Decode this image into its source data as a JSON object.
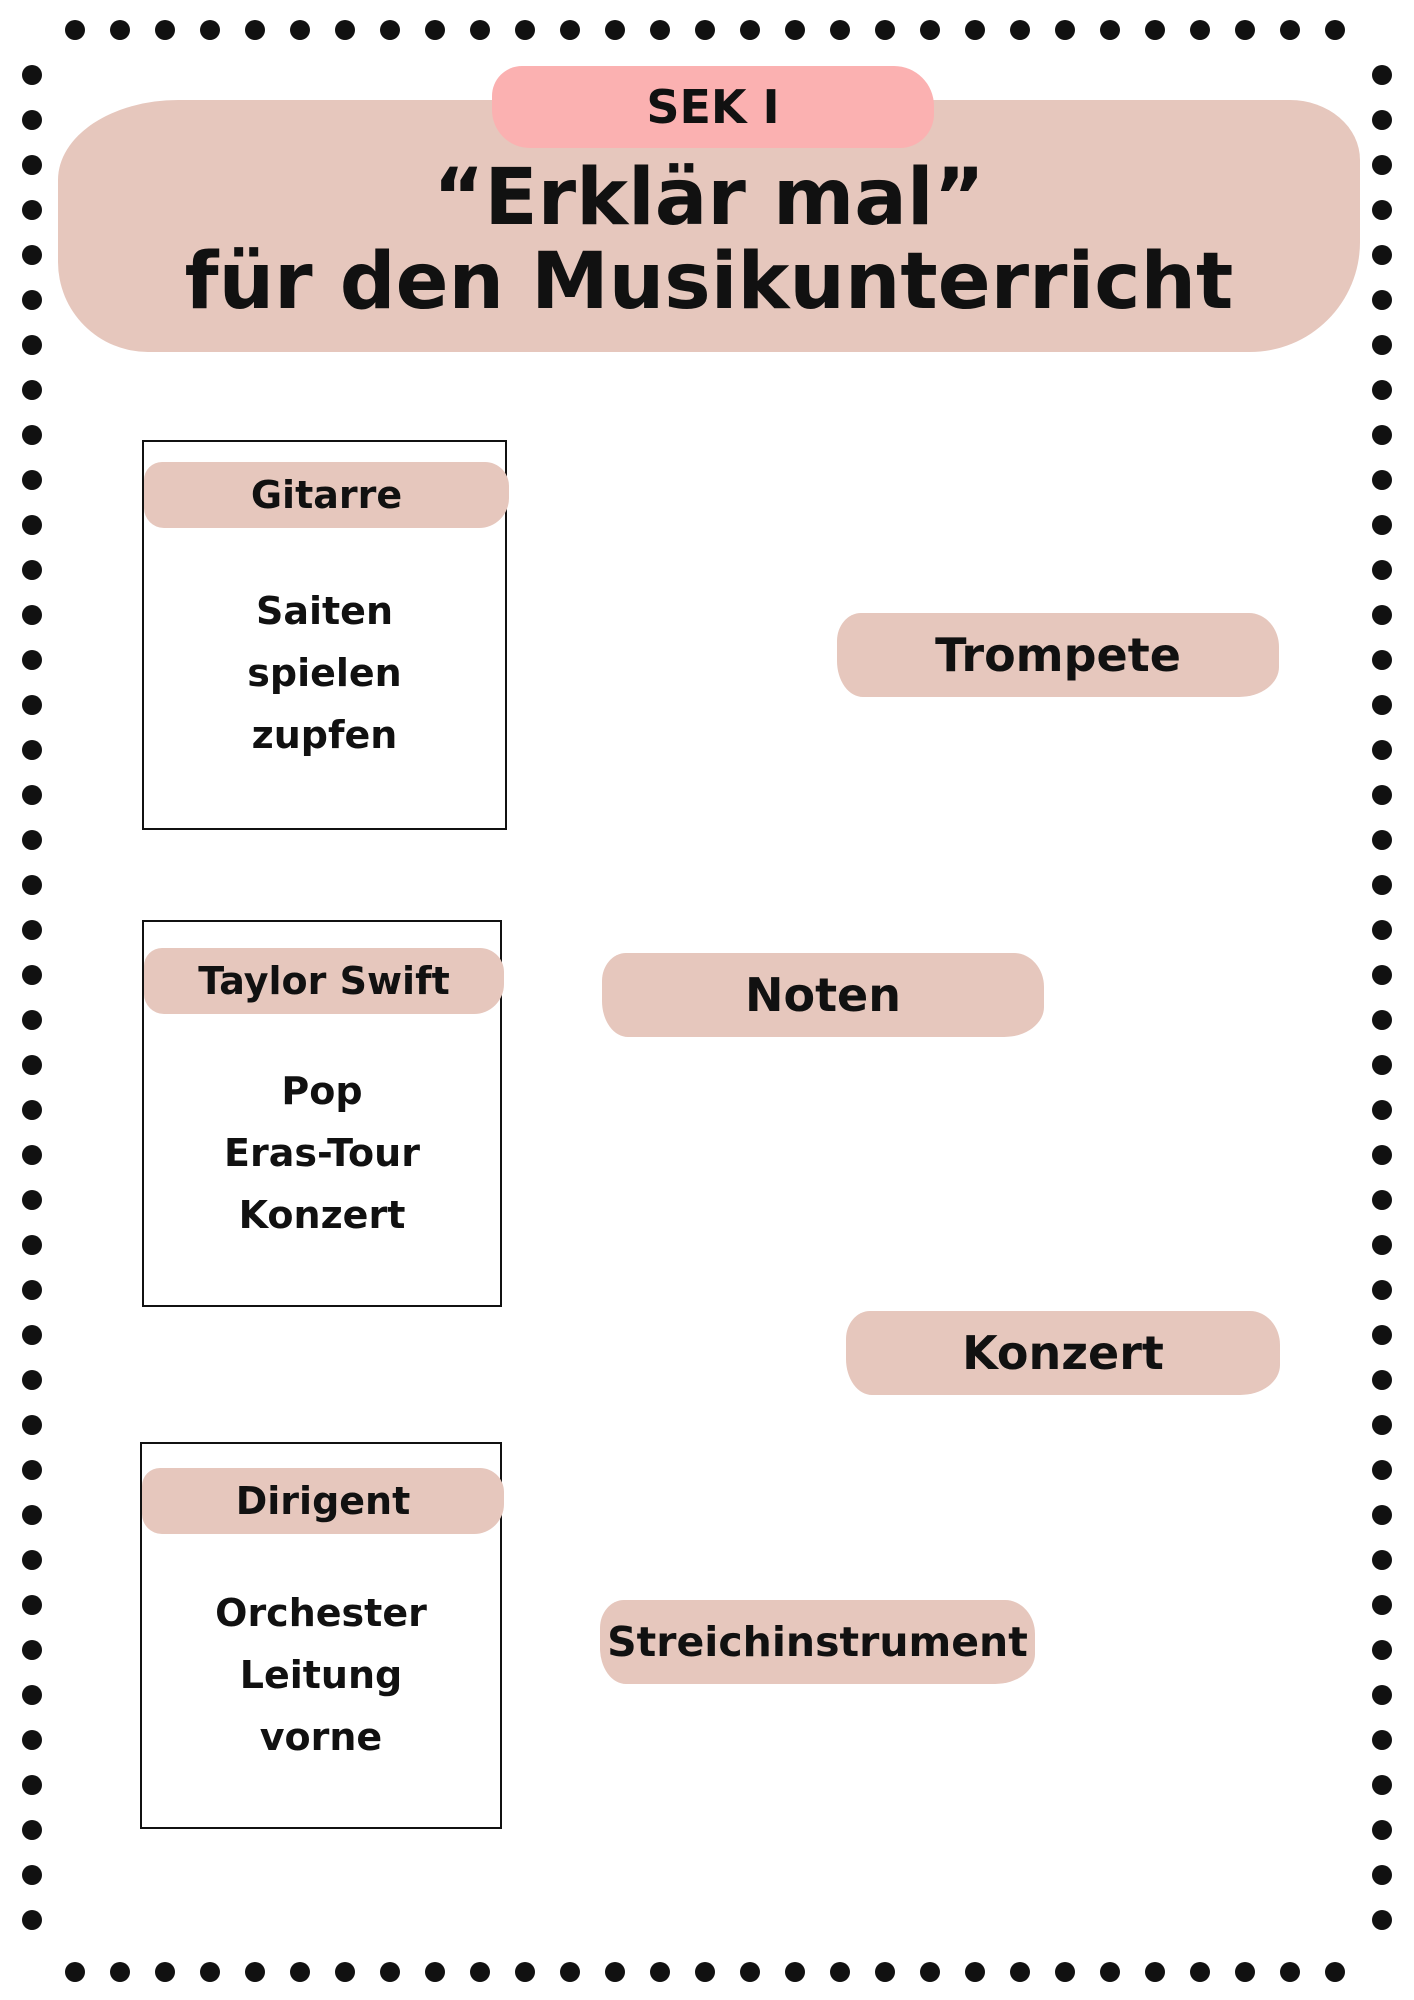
{
  "header": {
    "level_badge": "SEK I",
    "title_line1": "“Erklär mal”",
    "title_line2": "für den Musikunterricht"
  },
  "cards": [
    {
      "heading": "Gitarre",
      "words": [
        "Saiten",
        "spielen",
        "zupfen"
      ]
    },
    {
      "heading": "Taylor Swift",
      "words": [
        "Pop",
        "Eras-Tour",
        "Konzert"
      ]
    },
    {
      "heading": "Dirigent",
      "words": [
        "Orchester",
        "Leitung",
        "vorne"
      ]
    }
  ],
  "terms": [
    "Trompete",
    "Noten",
    "Konzert",
    "Streichinstrument"
  ],
  "colors": {
    "blob": "#e6c7bd",
    "badge": "#fbb1b1",
    "dots": "#111111"
  }
}
